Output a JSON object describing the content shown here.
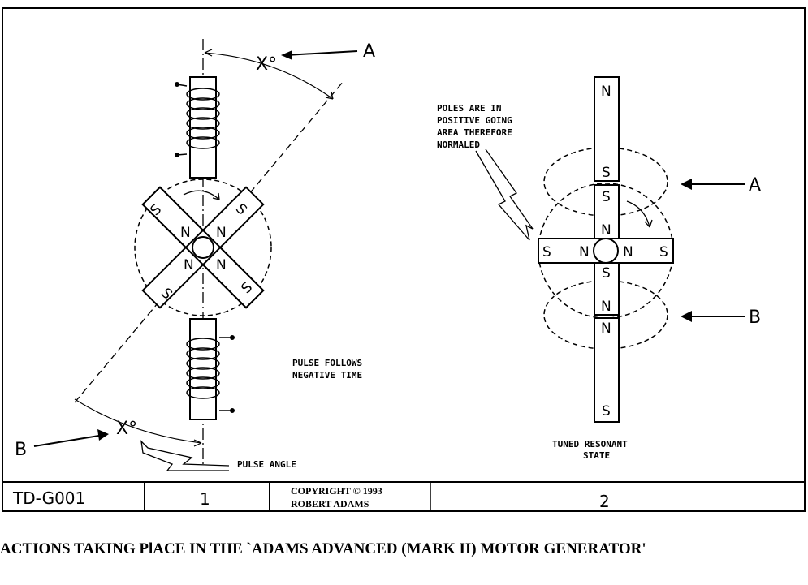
{
  "left_diagram": {
    "angle_label_top": "X°",
    "angle_label_bottom": "X°",
    "ref_label_a": "A",
    "ref_label_b": "B",
    "rotor_poles": [
      "S",
      "S",
      "S",
      "S"
    ],
    "rotor_inner_poles": [
      "N",
      "N",
      "N",
      "N"
    ],
    "note_line1": "PULSE FOLLOWS",
    "note_line2": "NEGATIVE TIME",
    "pulse_angle": "PULSE ANGLE"
  },
  "right_diagram": {
    "note_lines": [
      "POLES ARE IN",
      "POSITIVE GOING",
      "AREA THEREFORE",
      "NORMALED"
    ],
    "ref_label_a": "A",
    "ref_label_b": "B",
    "top_bar_poles": [
      "N",
      "S"
    ],
    "bottom_bar_poles": [
      "N",
      "S"
    ],
    "rotor_vertical_poles": [
      "S",
      "N",
      "S",
      "N"
    ],
    "rotor_horizontal_poles": [
      "S",
      "N",
      "N",
      "S"
    ],
    "state_line1": "TUNED RESONANT",
    "state_line2": "STATE"
  },
  "title_block": {
    "drawing_no": "TD-G001",
    "cell2": "1",
    "copyright_line1": "COPYRIGHT © 1993",
    "copyright_line2": "ROBERT ADAMS",
    "sheet": "2"
  },
  "caption": "ACTIONS TAKING PlACE IN THE `ADAMS ADVANCED (MARK II) MOTOR GENERATOR'"
}
